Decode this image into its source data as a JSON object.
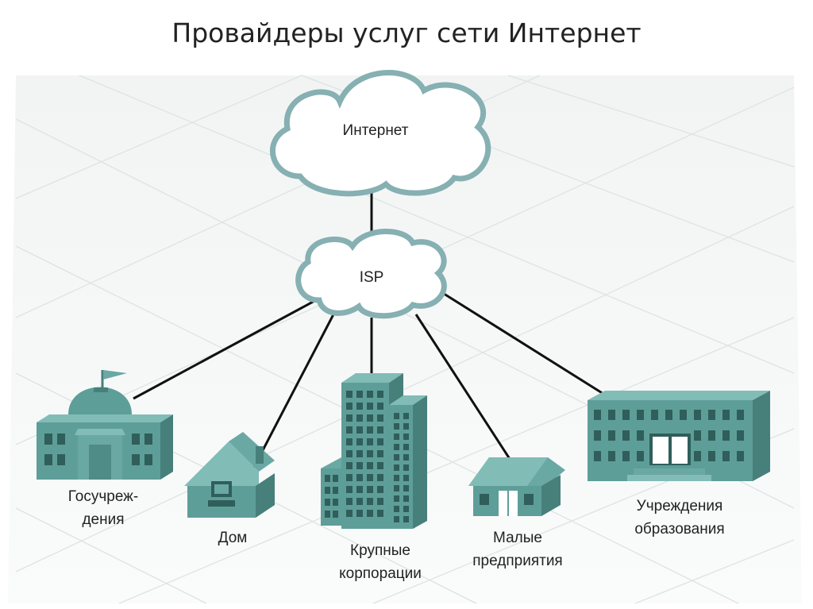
{
  "title": "Провайдеры услуг сети Интернет",
  "internet_cloud": {
    "label": "Интернет"
  },
  "isp_cloud": {
    "label": "ISP"
  },
  "nodes": {
    "government": {
      "line1": "Госучреж-",
      "line2": "дения"
    },
    "home": {
      "line1": "Дом"
    },
    "corporations": {
      "line1": "Крупные",
      "line2": "корпорации"
    },
    "small_business": {
      "line1": "Малые",
      "line2": "предприятия"
    },
    "education": {
      "line1": "Учреждения",
      "line2": "образования"
    }
  },
  "colors": {
    "building_front": "#5e9e99",
    "building_side": "#477f7b",
    "building_top": "#82bcb6",
    "window": "#2f5e5b",
    "cloud_fill": "#ffffff",
    "cloud_stroke": "#86b0b2",
    "grid": "#dfe5e5",
    "link": "#111111"
  }
}
